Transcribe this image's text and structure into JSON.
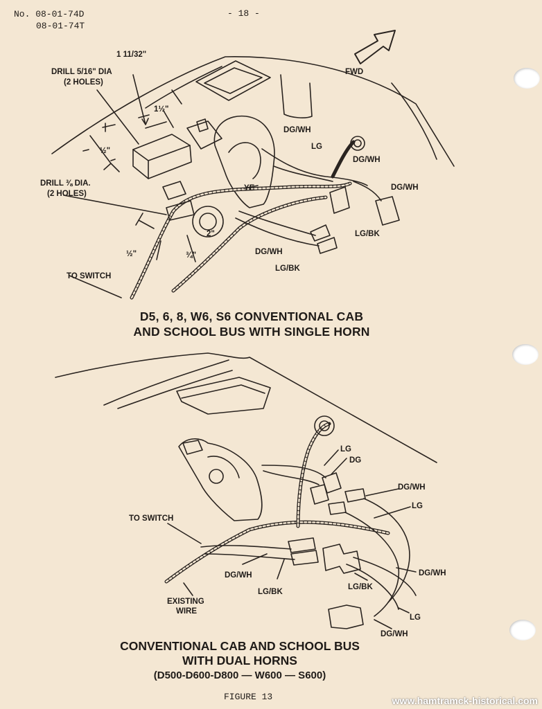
{
  "header": {
    "doc_no_line1": "No. 08-01-74D",
    "doc_no_line2": "08-01-74T",
    "page_number": "- 18 -"
  },
  "diagram1": {
    "labels": {
      "fwd": "FWD",
      "dim_1_11_32": "1 11/32\"",
      "drill_5_16": "DRILL 5/16\" DIA",
      "holes_2_a": "(2 HOLES)",
      "dim_1_half": "1½\"",
      "dim_half_a": "½\"",
      "drill_3_8": "DRILL ⅜ DIA.",
      "holes_2_b": "(2 HOLES)",
      "dg_wh_1": "DG/WH",
      "lg_1": "LG",
      "dg_wh_2": "DG/WH",
      "dg_wh_3": "DG/WH",
      "ye": "YE",
      "dim_2": "2\"",
      "dim_half_b": "½\"",
      "dim_3_4": "¾\"",
      "lg_bk_1": "LG/BK",
      "dg_wh_4": "DG/WH",
      "lg_bk_2": "LG/BK",
      "to_switch": "TO SWITCH"
    },
    "caption_line1": "D5, 6, 8, W6, S6 CONVENTIONAL CAB",
    "caption_line2": "AND SCHOOL BUS WITH SINGLE HORN"
  },
  "diagram2": {
    "labels": {
      "lg_1": "LG",
      "dg_1": "DG",
      "dg_wh_1": "DG/WH",
      "lg_2": "LG",
      "to_switch": "TO SWITCH",
      "dg_wh_2": "DG/WH",
      "lg_bk_1": "LG/BK",
      "dg_wh_3": "DG/WH",
      "lg_bk_2": "LG/BK",
      "existing_1": "EXISTING",
      "existing_2": "WIRE",
      "lg_3": "LG",
      "dg_wh_4": "DG/WH"
    },
    "caption_line1": "CONVENTIONAL CAB AND SCHOOL BUS",
    "caption_line2": "WITH DUAL HORNS",
    "caption_line3": "(D500-D600-D800 — W600 — S600)"
  },
  "footer": {
    "figure": "FIGURE 13",
    "website": "www.hamtramck-historical.com"
  }
}
